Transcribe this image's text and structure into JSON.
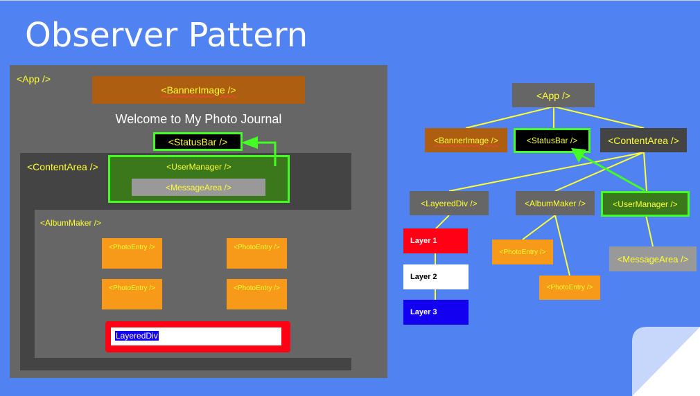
{
  "slide": {
    "title": "Observer Pattern",
    "background_color": "#5182f1"
  },
  "mockup": {
    "app_label": "<App />",
    "banner_label": "<BannerImage />",
    "welcome_text": "Welcome to My Photo Journal",
    "statusbar_label": "<StatusBar />",
    "contentarea_label": "<ContentArea />",
    "usermanager_label": "<UserManager />",
    "messagearea_label": "<MessageArea />",
    "albummaker_label": "<AlbumMaker />",
    "photo_entries": [
      "<PhotoEntry />",
      "<PhotoEntry />",
      "<PhotoEntry />",
      "<PhotoEntry />"
    ],
    "layereddiv_text": "LayeredDiv",
    "colors": {
      "app": "#666666",
      "content_area": "#444444",
      "banner": "#ae5e11",
      "status_bar": "#000000",
      "user_manager": "#3b781c",
      "message_area": "#999999",
      "photo_entry": "#f79919",
      "observer_highlight": "#44ff22",
      "layered_border": "#ff0014",
      "label_text": "#ffff33"
    }
  },
  "tree": {
    "nodes": {
      "app": "<App />",
      "banner": "<BannerImage />",
      "statusbar": "<StatusBar />",
      "contentarea": "<ContentArea />",
      "layereddiv": "<LayeredDiv />",
      "albummaker": "<AlbumMaker />",
      "usermanager": "<UserManager />",
      "photoentry_1": "<PhotoEntry />",
      "photoentry_2": "<PhotoEntry />",
      "messagearea": "<MessageArea />"
    },
    "layers": [
      "Layer 1",
      "Layer 2",
      "Layer 3"
    ],
    "layer_colors": [
      "#ff0014",
      "#ffffff",
      "#1400f0"
    ],
    "edges": [
      [
        "app",
        "banner"
      ],
      [
        "app",
        "statusbar"
      ],
      [
        "app",
        "contentarea"
      ],
      [
        "contentarea",
        "layereddiv"
      ],
      [
        "contentarea",
        "albummaker"
      ],
      [
        "contentarea",
        "usermanager"
      ],
      [
        "layereddiv",
        "layer_1"
      ],
      [
        "layer_1",
        "layer_2"
      ],
      [
        "layer_2",
        "layer_3"
      ],
      [
        "albummaker",
        "photoentry_1"
      ],
      [
        "albummaker",
        "photoentry_2"
      ],
      [
        "usermanager",
        "messagearea"
      ]
    ],
    "observer_arrow": {
      "from": "usermanager",
      "to": "statusbar"
    },
    "edge_color": "#ffff33"
  }
}
